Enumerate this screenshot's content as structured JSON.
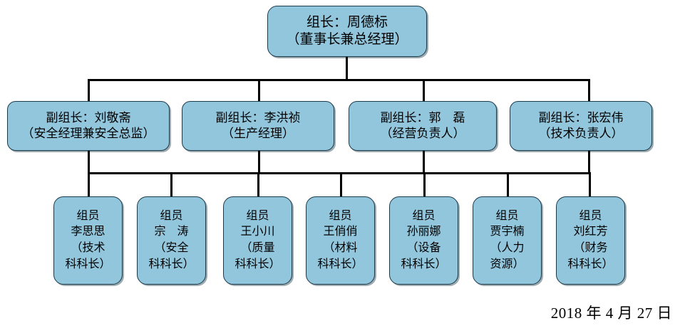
{
  "theme": {
    "box_fill": "#92c6dc",
    "box_border": "#1b3a4a",
    "connector": "#000000",
    "background": "#ffffff",
    "text": "#000000"
  },
  "chart_data": {
    "type": "diagram",
    "title": "",
    "levels": 3,
    "root": {
      "title": "组长：周德标",
      "subtitle": "（董事长兼总经理）"
    },
    "leaders": [
      {
        "title": "副组长：刘敬斋",
        "subtitle": "（安全经理兼安全总监）"
      },
      {
        "title": "副组长：李洪祯",
        "subtitle": "（生产经理）"
      },
      {
        "title": "副组长：郭　磊",
        "subtitle": "（经营负责人）"
      },
      {
        "title": "副组长：张宏伟",
        "subtitle": "（技术负责人）"
      }
    ],
    "members": [
      {
        "role": "组员",
        "name": "李思思",
        "dept_line1": "（技术",
        "dept_line2": "科科长）"
      },
      {
        "role": "组员",
        "name": "宗　涛",
        "dept_line1": "（安全",
        "dept_line2": "科科长）"
      },
      {
        "role": "组员",
        "name": "王小川",
        "dept_line1": "（质量",
        "dept_line2": "科科长）"
      },
      {
        "role": "组员",
        "name": "王俏俏",
        "dept_line1": "（材料",
        "dept_line2": "科科长）"
      },
      {
        "role": "组员",
        "name": "孙丽娜",
        "dept_line1": "（设备",
        "dept_line2": "科科长）"
      },
      {
        "role": "组员",
        "name": "贾宇楠",
        "dept_line1": "（人力",
        "dept_line2": "资源）"
      },
      {
        "role": "组员",
        "name": "刘红芳",
        "dept_line1": "（财务",
        "dept_line2": "科科长）"
      }
    ]
  },
  "footer": {
    "date": "2018 年 4 月 27 日"
  }
}
